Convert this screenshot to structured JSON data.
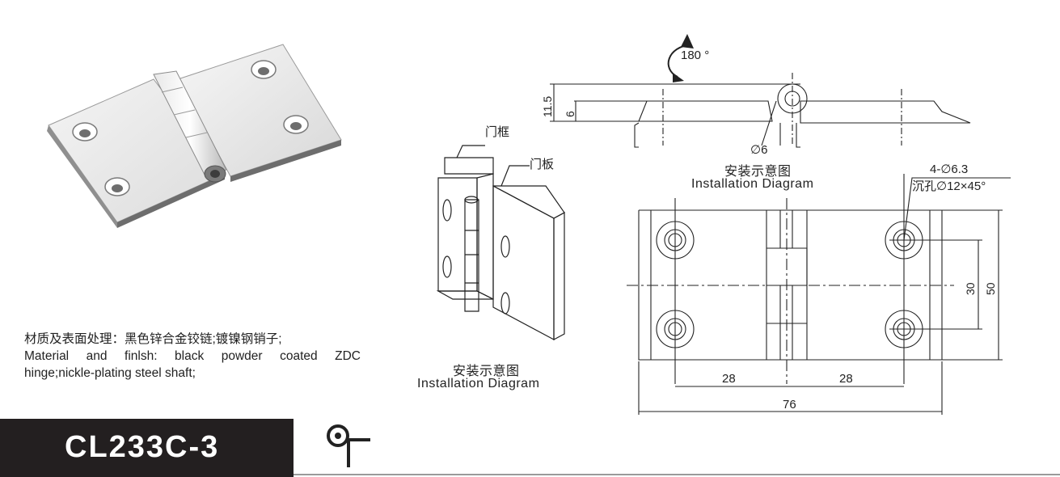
{
  "description": {
    "line_cn": "材质及表面处理：黑色锌合金铰链;镀镍钢销子;",
    "line_en_1": "Material and finlsh: black powder coated ZDC",
    "line_en_2": "hinge;nickle-plating steel shaft;"
  },
  "model_code": "CL233C-3",
  "installation": {
    "label_cn": "安装示意图",
    "label_en": "Installation Diagram",
    "door_frame_label": "门框",
    "door_panel_label": "门板"
  },
  "side_view": {
    "rotation": "180 °",
    "height_total": "11.5",
    "height_leaf": "6",
    "pin_diameter": "∅6",
    "label_cn": "安装示意图",
    "label_en": "Installation Diagram"
  },
  "top_view": {
    "hole_spec": "4-∅6.3",
    "countersink_spec": "沉孔∅12×45°",
    "dim_hole_spacing_v": "30",
    "dim_width": "50",
    "dim_left_offset": "28",
    "dim_right_offset": "28",
    "dim_length": "76"
  },
  "colors": {
    "model_band": "#231f20",
    "model_text": "#ffffff",
    "line": "#222222"
  }
}
